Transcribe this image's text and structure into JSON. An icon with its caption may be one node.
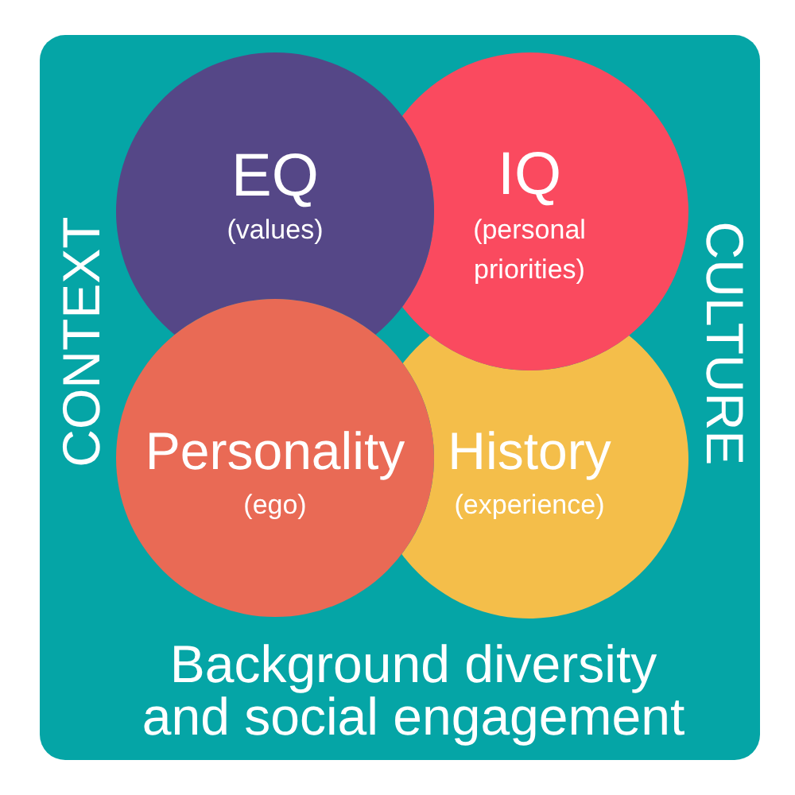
{
  "diagram": {
    "nodes": [
      {
        "text": [
          "CONTEXT",
          "CULTURE",
          "Background diversity and social engagement"
        ]
      },
      {
        "text": [
          "EQ",
          "(values)"
        ],
        "in": 0
      },
      {
        "text": [
          "IQ",
          "(personal priorities)"
        ],
        "in": 0
      },
      {
        "text": [
          "Personality",
          "(ego)"
        ],
        "in": 0
      },
      {
        "text": [
          "History",
          "(experience)"
        ],
        "in": 0
      }
    ]
  }
}
